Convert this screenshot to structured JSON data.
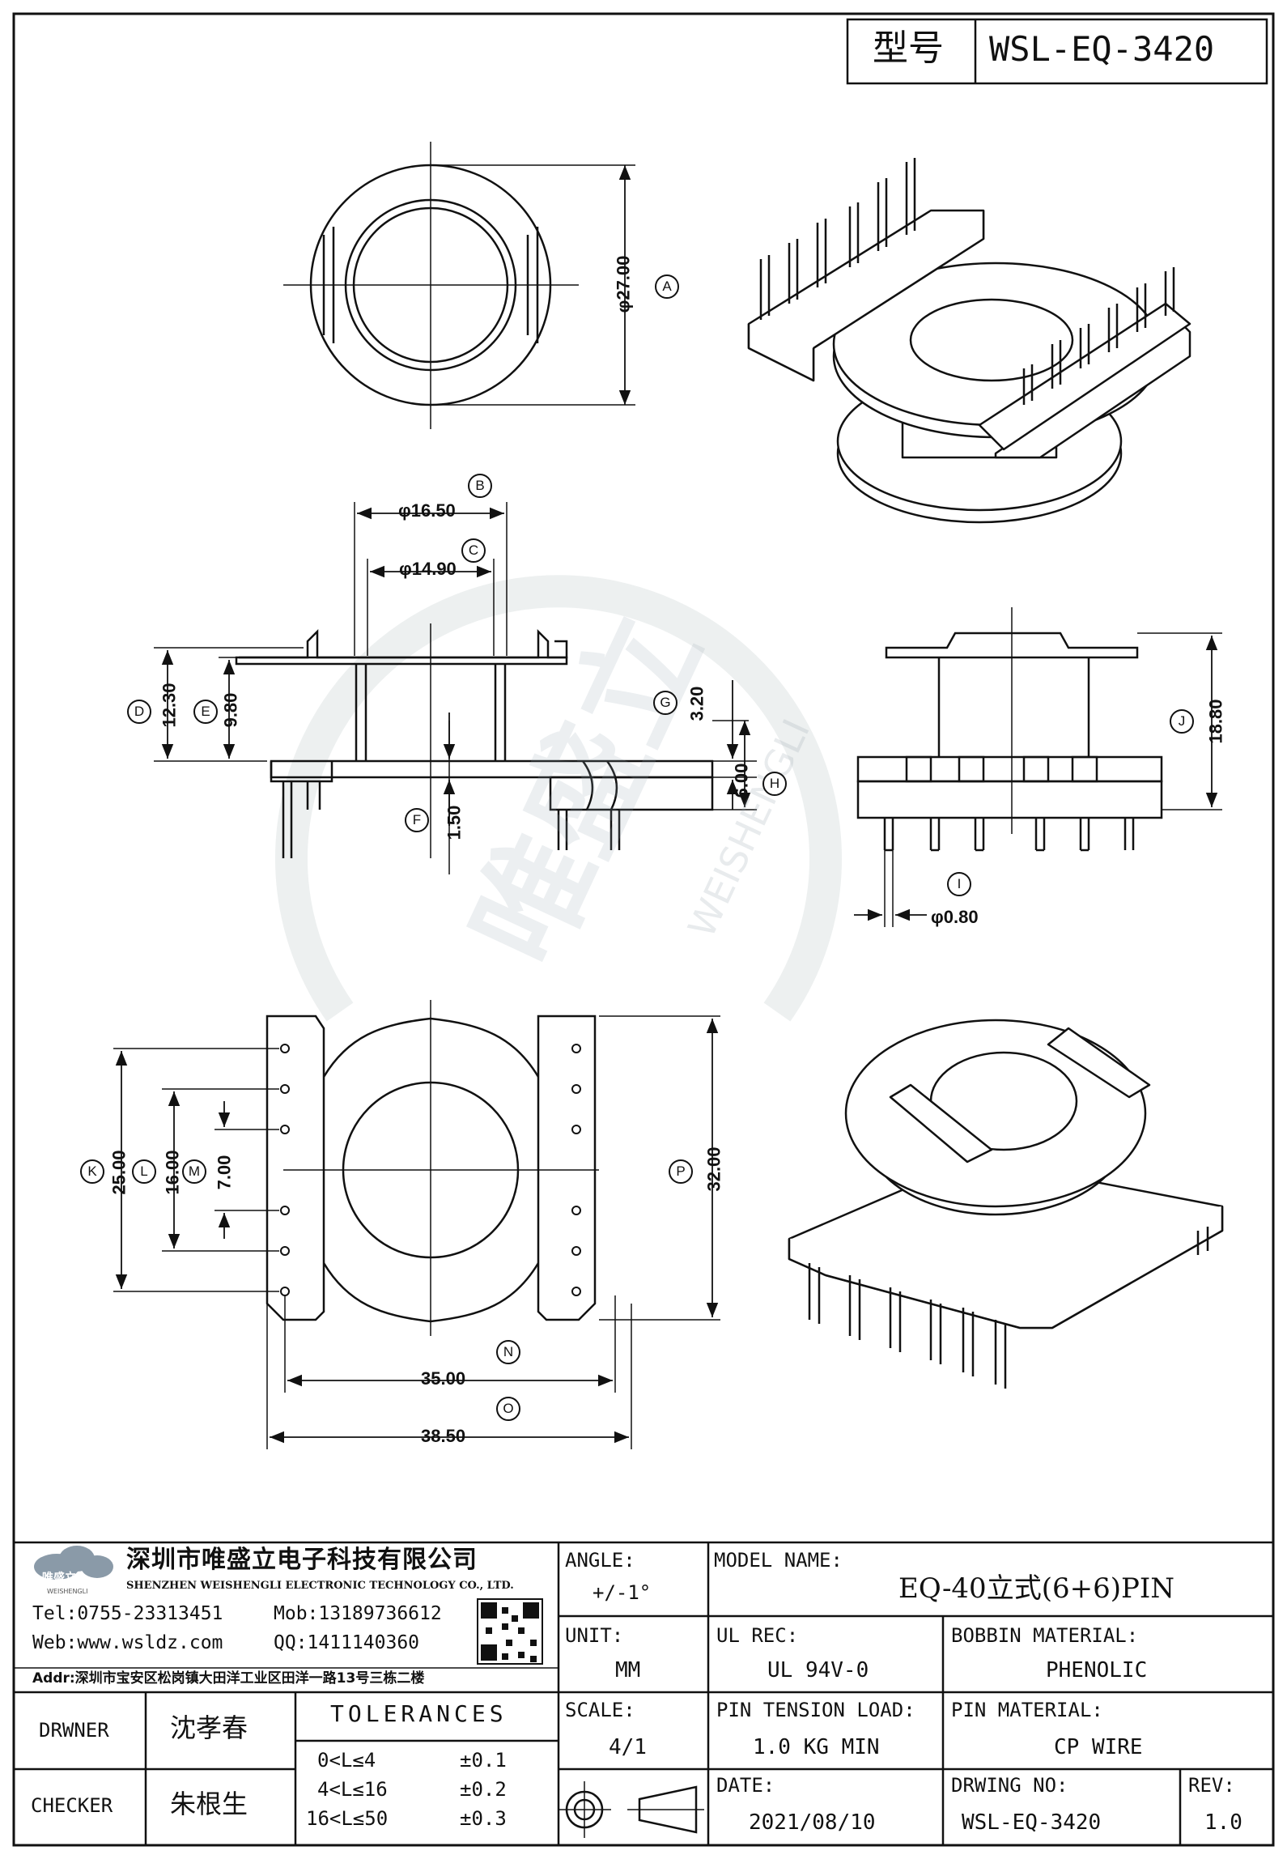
{
  "header": {
    "type_label": "型号",
    "type_value": "WSL-EQ-3420"
  },
  "views": {
    "top": {
      "dim_A": "φ27.00",
      "label_A": "A"
    },
    "front": {
      "dim_B": "φ16.50",
      "label_B": "B",
      "dim_C": "φ14.90",
      "label_C": "C",
      "dim_D": "12.30",
      "label_D": "D",
      "dim_E": "9.80",
      "label_E": "E",
      "dim_F": "1.50",
      "label_F": "F",
      "dim_G": "3.20",
      "label_G": "G",
      "dim_H": "6.00",
      "label_H": "H"
    },
    "side": {
      "dim_J": "18.80",
      "label_J": "J",
      "dim_I": "φ0.80",
      "label_I": "I"
    },
    "bottom": {
      "dim_K": "25.00",
      "label_K": "K",
      "dim_L": "16.00",
      "label_L": "L",
      "dim_M": "7.00",
      "label_M": "M",
      "dim_N": "35.00",
      "label_N": "N",
      "dim_O": "38.50",
      "label_O": "O",
      "dim_P": "32.00",
      "label_P": "P"
    }
  },
  "watermark": {
    "logo": "唯盛立",
    "text": "WEISHENGLI"
  },
  "title_block": {
    "company_cn": "深圳市唯盛立电子科技有限公司",
    "company_en": "SHENZHEN WEISHENGLI ELECTRONIC TECHNOLOGY CO., LTD.",
    "logo_cn": "唯盛立",
    "logo_en": "WEISHENGLI",
    "tel": "Tel:0755-23313451",
    "mob": "Mob:13189736612",
    "web": "Web:www.wsldz.com",
    "qq": "QQ:1411140360",
    "addr": "Addr:深圳市宝安区松岗镇大田洋工业区田洋一路13号三栋二楼",
    "angle_label": "ANGLE:",
    "angle_value": "+/-1°",
    "model_label": "MODEL NAME:",
    "model_value": "EQ-40立式(6+6)PIN",
    "unit_label": "UNIT:",
    "unit_value": "MM",
    "ul_label": "UL REC:",
    "ul_value": "UL 94V-0",
    "bobbin_label": "BOBBIN MATERIAL:",
    "bobbin_value": "PHENOLIC",
    "drawer_label": "DRWNER",
    "drawer_value": "沈孝春",
    "tolerances_label": "TOLERANCES",
    "scale_label": "SCALE:",
    "scale_value": "4/1",
    "pin_tension_label": "PIN TENSION LOAD:",
    "pin_tension_value": "1.0 KG MIN",
    "pin_material_label": "PIN MATERIAL:",
    "pin_material_value": "CP WIRE",
    "checker_label": "CHECKER",
    "checker_value": "朱根生",
    "tol_rows": [
      {
        "range": "0<L≤4",
        "value": "±0.1"
      },
      {
        "range": "4<L≤16",
        "value": "±0.2"
      },
      {
        "range": "16<L≤50",
        "value": "±0.3"
      }
    ],
    "date_label": "DATE:",
    "date_value": "2021/08/10",
    "drawing_no_label": "DRWING NO:",
    "drawing_no_value": "WSL-EQ-3420",
    "rev_label": "REV:",
    "rev_value": "1.0"
  }
}
